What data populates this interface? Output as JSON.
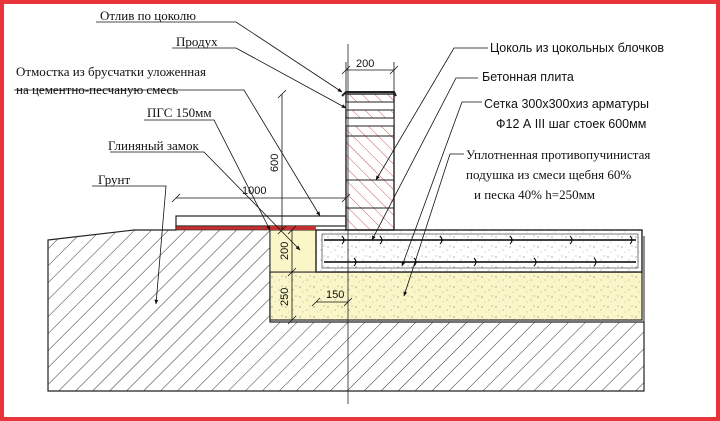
{
  "colors": {
    "border": "#e8343b",
    "sand": "#fbf6c8",
    "concrete": "#ffffff",
    "rebar": "#000000",
    "block_hatch": "#c43030",
    "ground_hatch": "#333333"
  },
  "labels": {
    "otliv": "Отлив по цоколю",
    "produh": "Продух",
    "otmostka_1": "Отмостка из брусчатки уложенная",
    "otmostka_2": "на цементно-песчаную смесь",
    "pgs": "ПГС 150мм",
    "zamok": "Глиняный замок",
    "grunt": "Грунт",
    "tsokol": "Цоколь из цокольных блочков",
    "plita": "Бетонная плита",
    "setka_1": "Сетка 300х300хиз арматуры",
    "setka_2": "Ф12 А III шаг стоек 600мм",
    "podushka_1": "Уплотненная противопучинистая",
    "podushka_2": "подушка из смеси щебня 60%",
    "podushka_3": "и песка 40%  h=250мм"
  },
  "dimensions": {
    "plinth_width": "200",
    "plinth_height": "600",
    "blind_area_width": "1000",
    "slab_thickness": "200",
    "cushion_thickness": "250",
    "offset": "150"
  }
}
